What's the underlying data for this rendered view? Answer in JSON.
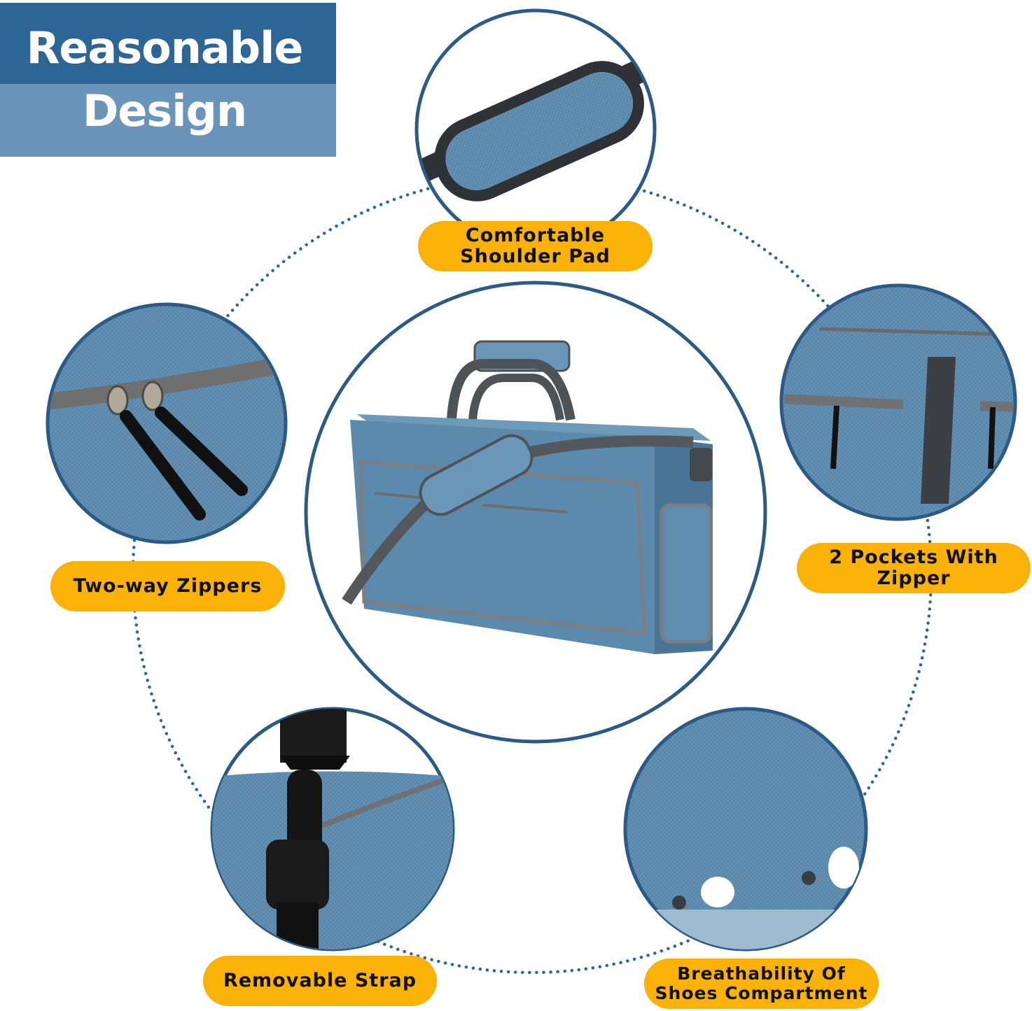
{
  "title": {
    "line1": "Reasonable",
    "line2": "Design"
  },
  "features": [
    {
      "id": "shoulder-pad",
      "line1": "Comfortable",
      "line2": "Shoulder Pad"
    },
    {
      "id": "zippers",
      "line1": "Two-way Zippers",
      "line2": ""
    },
    {
      "id": "pockets",
      "line1": "2 Pockets With",
      "line2": "Zipper"
    },
    {
      "id": "strap",
      "line1": "Removable Strap",
      "line2": ""
    },
    {
      "id": "breathability",
      "line1": "Breathability Of",
      "line2": "Shoes Compartment"
    }
  ],
  "colors": {
    "banner_dark": "#2d6596",
    "banner_light": "#6b94bb",
    "label_bg": "#fbb208",
    "circle_border": "#2c5a86",
    "dots": "#2f6693",
    "fabric": "#5b8aad"
  }
}
